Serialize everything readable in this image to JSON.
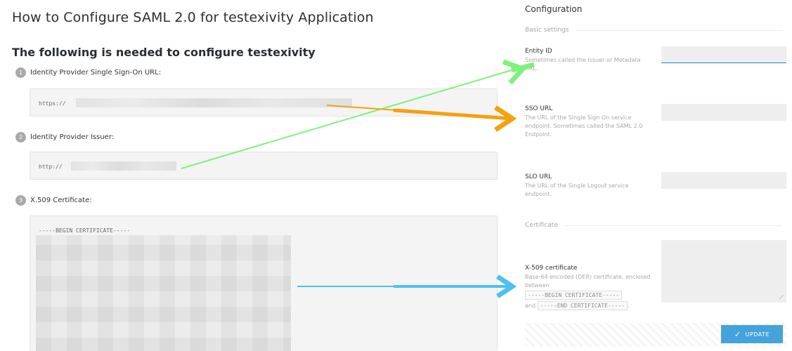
{
  "left": {
    "page_title": "How to Configure SAML 2.0 for testexivity Application",
    "section_title": "The following is needed to configure testexivity",
    "steps": [
      {
        "num": "1",
        "label": "Identity Provider Single Sign-On URL:",
        "prefix": "https://"
      },
      {
        "num": "2",
        "label": "Identity Provider Issuer:",
        "prefix": "http://"
      },
      {
        "num": "3",
        "label": "X.509 Certificate:",
        "prefix": "-----BEGIN CERTIFICATE-----"
      }
    ]
  },
  "right": {
    "title": "Configuration",
    "basic_settings": "Basic settings",
    "entity_id": {
      "label": "Entity ID",
      "desc": "Sometimes called the Issuer or Metadata URL.",
      "value": ""
    },
    "sso_url": {
      "label": "SSO URL",
      "desc": "The URL of the Single Sign On service endpoint. Sometimes called the SAML 2.0 Endpoint.",
      "value": ""
    },
    "slo_url": {
      "label": "SLO URL",
      "desc": "The URL of the Single Logout service endpoint.",
      "value": ""
    },
    "certificate_group": "Certificate",
    "x509": {
      "label": "X-509 certificate",
      "desc": "Base-64 encoded (DER) certificate, enclosed between",
      "begin_tag": "-----BEGIN CERTIFICATE-----",
      "and": "and",
      "end_tag": "-----END CERTIFICATE-----",
      "period": "."
    },
    "update_label": "UPDATE"
  },
  "colors": {
    "arrow_green": "#7df27a",
    "arrow_orange": "#f5a00f",
    "arrow_blue": "#4fc0ee",
    "button_blue": "#44a3dc"
  }
}
